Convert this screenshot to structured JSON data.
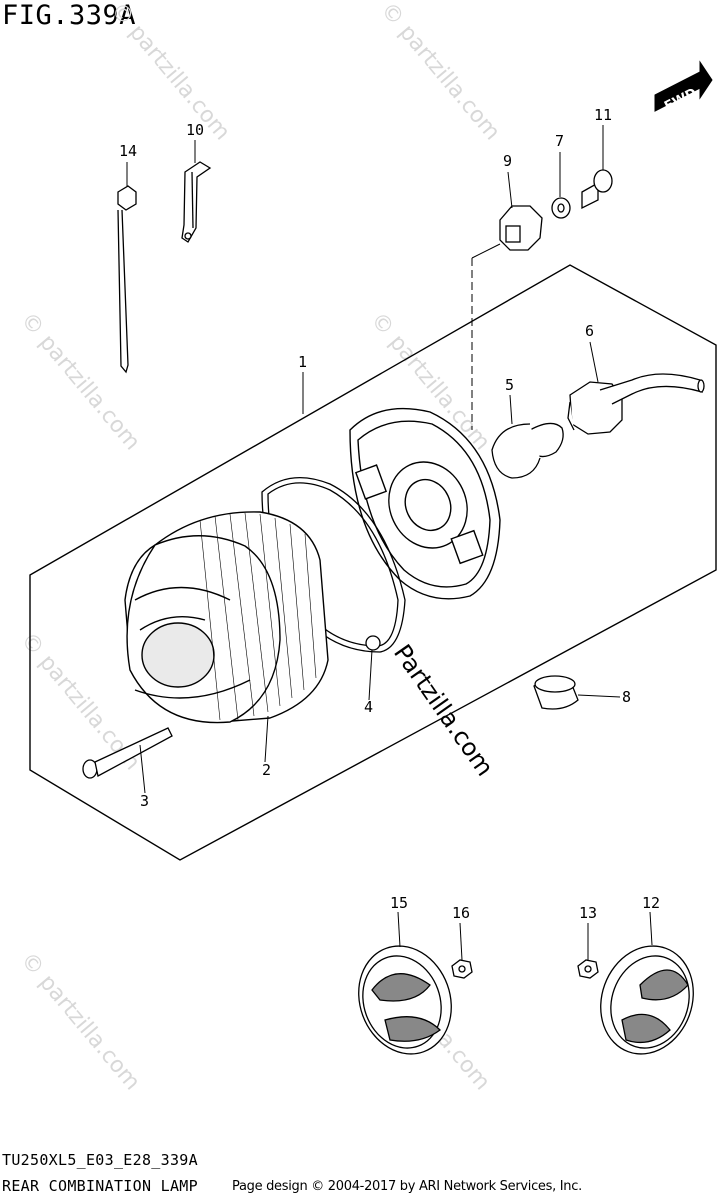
{
  "figure": {
    "title": "FIG.339A",
    "direction_label": "FWD"
  },
  "callouts": [
    "1",
    "2",
    "3",
    "4",
    "5",
    "6",
    "7",
    "8",
    "9",
    "10",
    "11",
    "12",
    "13",
    "14",
    "15",
    "16"
  ],
  "watermark": {
    "text": "© partzilla.com",
    "center_text": "Partzilla.com"
  },
  "footer": {
    "model_code": "TU250XL5_E03_E28_339A",
    "diagram_name": "REAR COMBINATION LAMP",
    "copyright": "Page design © 2004-2017 by ARI Network Services, Inc."
  }
}
